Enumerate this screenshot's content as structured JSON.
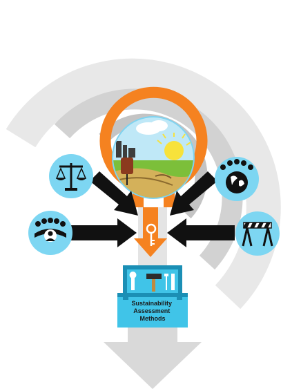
{
  "toolbox": {
    "label_lines": [
      "Sustainability",
      "Assessment",
      "Methods"
    ]
  },
  "icons": {
    "left_top": "scales-of-justice-icon",
    "left_bottom": "community-group-icon",
    "right_top": "global-population-icon",
    "right_bottom": "barrier-icon",
    "center": "polluted-landscape-icon",
    "key": "key-icon",
    "tools": "tools-icon"
  },
  "colors": {
    "spiral_outer": "#e6e6e6",
    "spiral_mid": "#cfcfcf",
    "spiral_inner": "#bdbdbd",
    "orange": "#f58220",
    "circle_fill": "#7dd6f2",
    "arrow_black": "#111111",
    "toolbox_body": "#40c4e8",
    "toolbox_dark": "#1b8fb5"
  }
}
